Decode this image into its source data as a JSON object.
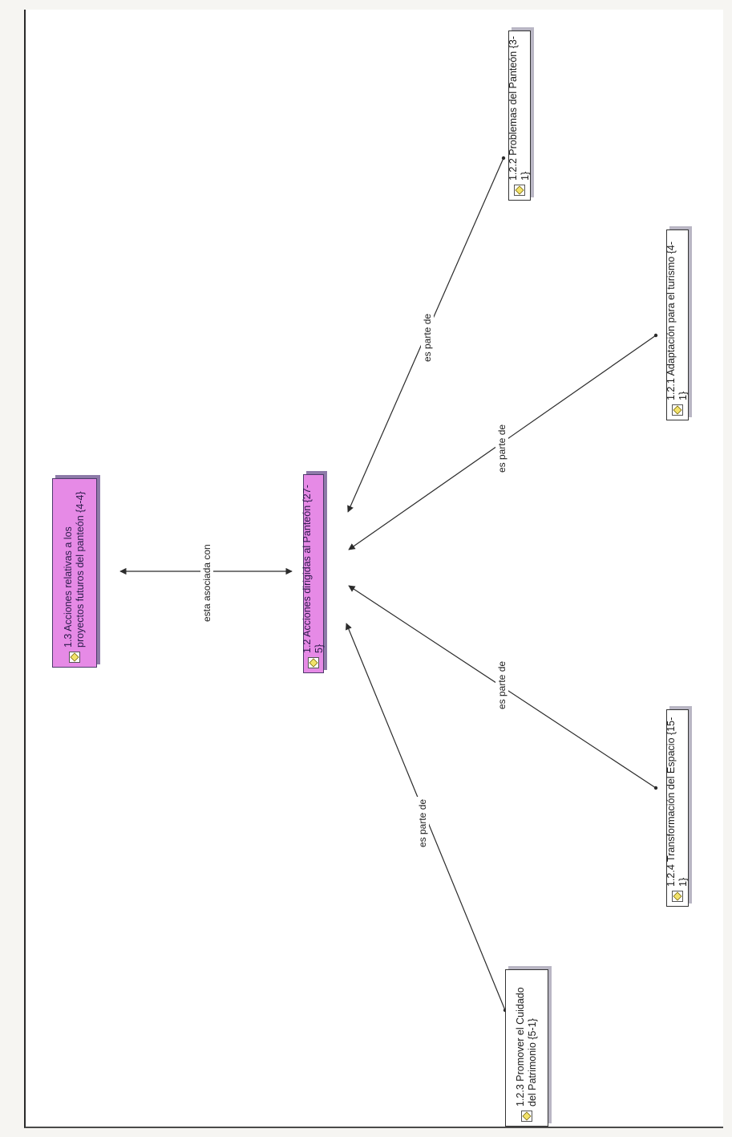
{
  "nodes": {
    "n13": {
      "label": "1.3 Acciones relativas a los proyectos futuros del panteón {4-4}",
      "style": "pink"
    },
    "n12": {
      "label": "1.2 Acciones dirigidas al Panteón {27-5}",
      "style": "pink"
    },
    "n122": {
      "label": "1.2.2 Problemas del Panteón {3-1}",
      "style": "white"
    },
    "n121": {
      "label": "1.2.1 Adaptación para el turismo {4-1}",
      "style": "white"
    },
    "n124": {
      "label": "1.2.4 Transformación del Espacio {15-1}",
      "style": "white"
    },
    "n123": {
      "label": "1.2.3 Promover el Cuidado del Patrimonio {5-1}",
      "style": "white"
    }
  },
  "edges": {
    "assoc": "esta asociada con",
    "part_122": "es parte de",
    "part_121": "es parte de",
    "part_124": "es parte de",
    "part_123": "es parte de"
  },
  "colors": {
    "code_node": "#e68ae6",
    "plain_node": "#ffffff",
    "line": "#2b2b2b",
    "icon_fill": "#f3e36a"
  },
  "icon": "code-icon"
}
